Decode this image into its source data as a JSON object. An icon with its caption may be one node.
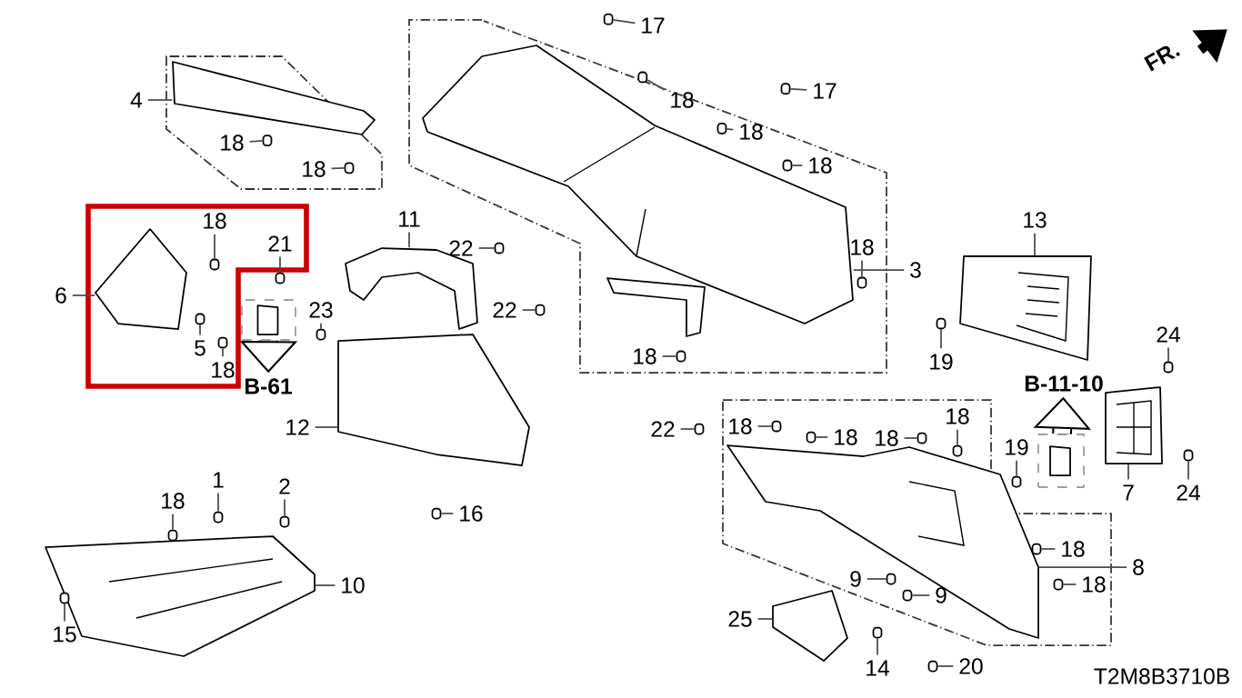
{
  "diagram": {
    "nodes": [
      {
        "text": [
          "17"
        ]
      },
      {
        "text": [
          "18"
        ]
      },
      {
        "text": [
          "17"
        ]
      },
      {
        "text": [
          "18"
        ]
      },
      {
        "text": [
          "18"
        ]
      },
      {
        "text": [
          "4"
        ]
      },
      {
        "text": [
          "18"
        ]
      },
      {
        "text": [
          "18"
        ]
      },
      {
        "text": [
          "3"
        ]
      },
      {
        "text": [
          "18"
        ]
      },
      {
        "text": [
          "11"
        ]
      },
      {
        "text": [
          "22"
        ]
      },
      {
        "text": [
          "22"
        ]
      },
      {
        "text": [
          "13"
        ]
      },
      {
        "text": [
          "6"
        ]
      },
      {
        "text": [
          "18"
        ]
      },
      {
        "text": [
          "21"
        ]
      },
      {
        "text": [
          "23"
        ]
      },
      {
        "text": [
          "5"
        ]
      },
      {
        "text": [
          "18"
        ]
      },
      {
        "text": [
          "18"
        ]
      },
      {
        "text": [
          "19"
        ]
      },
      {
        "text": [
          "24"
        ]
      },
      {
        "text": [
          "22"
        ]
      },
      {
        "text": [
          "12"
        ]
      },
      {
        "text": [
          "18"
        ]
      },
      {
        "text": [
          "18"
        ]
      },
      {
        "text": [
          "18"
        ]
      },
      {
        "text": [
          "18"
        ]
      },
      {
        "text": [
          "19"
        ]
      },
      {
        "text": [
          "7"
        ]
      },
      {
        "text": [
          "24"
        ]
      },
      {
        "text": [
          "1"
        ]
      },
      {
        "text": [
          "2"
        ]
      },
      {
        "text": [
          "18"
        ]
      },
      {
        "text": [
          "16"
        ]
      },
      {
        "text": [
          "10"
        ]
      },
      {
        "text": [
          "15"
        ]
      },
      {
        "text": [
          "18"
        ]
      },
      {
        "text": [
          "8"
        ]
      },
      {
        "text": [
          "18"
        ]
      },
      {
        "text": [
          "9"
        ]
      },
      {
        "text": [
          "9"
        ]
      },
      {
        "text": [
          "25"
        ]
      },
      {
        "text": [
          "14"
        ]
      },
      {
        "text": [
          "20"
        ]
      },
      {
        "text": [],
        "shape": "picture"
      },
      {
        "text": [],
        "shape": "picture"
      },
      {
        "text": [],
        "shape": "picture"
      },
      {
        "text": [],
        "shape": "picture"
      },
      {
        "text": [],
        "shape": "picture"
      },
      {
        "text": [],
        "shape": "picture"
      },
      {
        "text": [],
        "shape": "picture"
      },
      {
        "text": [],
        "shape": "picture"
      },
      {
        "text": [],
        "shape": "picture"
      },
      {
        "text": [],
        "shape": "picture"
      },
      {
        "text": [],
        "shape": "box"
      },
      {
        "text": [],
        "shape": "box"
      },
      {
        "text": [],
        "shape": "box"
      },
      {
        "text": [],
        "shape": "box"
      },
      {
        "text": [],
        "shape": "box"
      },
      {
        "text": [],
        "shape": "box"
      },
      {
        "text": [],
        "shape": "box"
      },
      {
        "text": [],
        "shape": "box"
      },
      {
        "text": [],
        "shape": "box"
      },
      {
        "text": [],
        "shape": "box"
      },
      {
        "text": [],
        "shape": "box"
      },
      {
        "text": [],
        "shape": "box"
      },
      {
        "text": [],
        "shape": "box"
      },
      {
        "text": [],
        "shape": "box"
      },
      {
        "text": [],
        "shape": "box"
      },
      {
        "text": [],
        "shape": "box"
      },
      {
        "text": [],
        "shape": "box"
      },
      {
        "text": [],
        "shape": "box"
      },
      {
        "text": [],
        "shape": "box"
      },
      {
        "text": [],
        "shape": "box"
      },
      {
        "text": [],
        "shape": "box"
      },
      {
        "text": [],
        "shape": "box"
      },
      {
        "text": [],
        "shape": "box"
      },
      {
        "text": [],
        "shape": "box"
      },
      {
        "text": [],
        "shape": "box"
      },
      {
        "text": [],
        "shape": "box"
      },
      {
        "text": [],
        "shape": "box"
      },
      {
        "text": [],
        "shape": "box"
      },
      {
        "text": [],
        "shape": "box"
      },
      {
        "text": [],
        "shape": "box"
      },
      {
        "text": [],
        "shape": "box"
      },
      {
        "text": [],
        "shape": "box"
      },
      {
        "text": [],
        "shape": "box"
      },
      {
        "text": [],
        "shape": "box"
      },
      {
        "text": [],
        "shape": "box"
      },
      {
        "text": [],
        "shape": "box"
      },
      {
        "text": [],
        "shape": "box"
      },
      {
        "text": [
          "B-61"
        ]
      },
      {
        "text": [],
        "shape": "box"
      },
      {
        "text": [
          "B-11-10"
        ]
      }
    ],
    "edges": [
      {
        "from": 0,
        "to": 56,
        "arrow": "none"
      },
      {
        "from": 1,
        "to": 57,
        "arrow": "none"
      },
      {
        "from": 2,
        "to": 58,
        "arrow": "none"
      },
      {
        "from": 3,
        "to": 59,
        "arrow": "none"
      },
      {
        "from": 4,
        "to": 60,
        "arrow": "none"
      },
      {
        "from": 5,
        "to": 46,
        "arrow": "none"
      },
      {
        "from": 6,
        "to": 61,
        "arrow": "none"
      },
      {
        "from": 7,
        "to": 62,
        "arrow": "none"
      },
      {
        "from": 8,
        "to": 47,
        "arrow": "none"
      },
      {
        "from": 9,
        "to": 63,
        "arrow": "none"
      },
      {
        "from": 10,
        "to": 49,
        "arrow": "none"
      },
      {
        "from": 11,
        "to": 64,
        "arrow": "none"
      },
      {
        "from": 12,
        "to": 65,
        "arrow": "none"
      },
      {
        "from": 13,
        "to": 51,
        "arrow": "none"
      },
      {
        "from": 14,
        "to": 48,
        "arrow": "none"
      },
      {
        "from": 15,
        "to": 66,
        "arrow": "none"
      },
      {
        "from": 16,
        "to": 67,
        "arrow": "none"
      },
      {
        "from": 17,
        "to": 68,
        "arrow": "none"
      },
      {
        "from": 18,
        "to": 69,
        "arrow": "none"
      },
      {
        "from": 19,
        "to": 70,
        "arrow": "none"
      },
      {
        "from": 20,
        "to": 71,
        "arrow": "none"
      },
      {
        "from": 21,
        "to": 72,
        "arrow": "none"
      },
      {
        "from": 22,
        "to": 73,
        "arrow": "none"
      },
      {
        "from": 23,
        "to": 74,
        "arrow": "none"
      },
      {
        "from": 24,
        "to": 50,
        "arrow": "none"
      },
      {
        "from": 25,
        "to": 75,
        "arrow": "none"
      },
      {
        "from": 26,
        "to": 76,
        "arrow": "none"
      },
      {
        "from": 27,
        "to": 77,
        "arrow": "none"
      },
      {
        "from": 28,
        "to": 78,
        "arrow": "none"
      },
      {
        "from": 29,
        "to": 79,
        "arrow": "none"
      },
      {
        "from": 30,
        "to": 52,
        "arrow": "none"
      },
      {
        "from": 31,
        "to": 80,
        "arrow": "none"
      },
      {
        "from": 32,
        "to": 81,
        "arrow": "none"
      },
      {
        "from": 33,
        "to": 82,
        "arrow": "none"
      },
      {
        "from": 34,
        "to": 83,
        "arrow": "none"
      },
      {
        "from": 35,
        "to": 84,
        "arrow": "none"
      },
      {
        "from": 36,
        "to": 53,
        "arrow": "none"
      },
      {
        "from": 37,
        "to": 85,
        "arrow": "none"
      },
      {
        "from": 38,
        "to": 86,
        "arrow": "none"
      },
      {
        "from": 39,
        "to": 54,
        "arrow": "none"
      },
      {
        "from": 40,
        "to": 87,
        "arrow": "none"
      },
      {
        "from": 41,
        "to": 88,
        "arrow": "none"
      },
      {
        "from": 42,
        "to": 89,
        "arrow": "none"
      },
      {
        "from": 43,
        "to": 55,
        "arrow": "none"
      },
      {
        "from": 44,
        "to": 90,
        "arrow": "none"
      },
      {
        "from": 45,
        "to": 91,
        "arrow": "none"
      },
      {
        "from": 92,
        "to": 93,
        "arrow": "to",
        "style": "thick"
      },
      {
        "from": 94,
        "to": 95,
        "arrow": "to",
        "style": "thick"
      }
    ],
    "labels": [
      "FR.",
      "T2M8B3710B"
    ]
  }
}
